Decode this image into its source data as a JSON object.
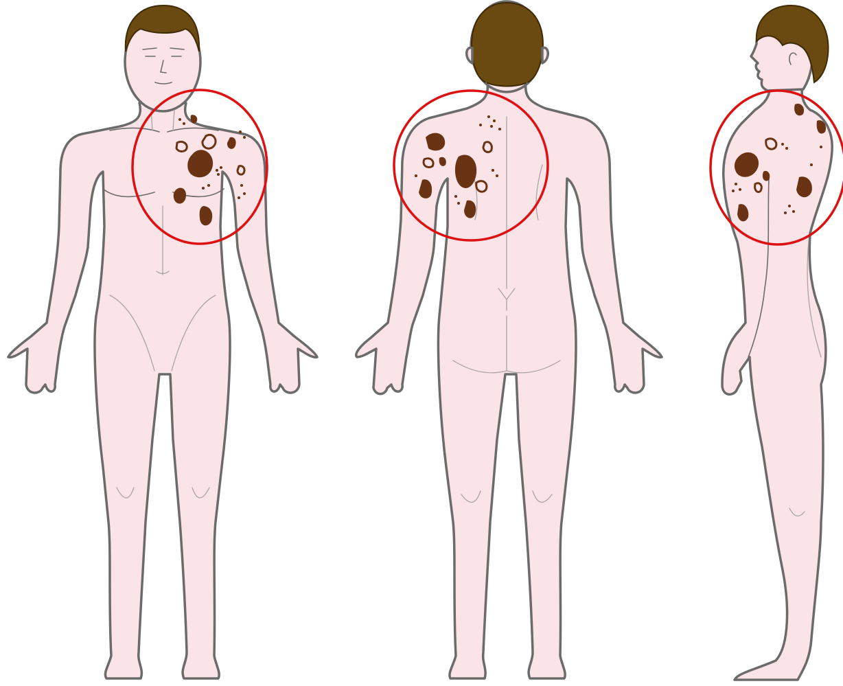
{
  "figure": {
    "views": [
      "front",
      "back",
      "side"
    ],
    "colors": {
      "skin": "#fbe4e7",
      "outline": "#6b6b6b",
      "hair": "#6b4a12",
      "patch": "#6a3414",
      "circle": "#dd1111"
    },
    "highlight": "upper-left-trunk-and-shoulder"
  }
}
